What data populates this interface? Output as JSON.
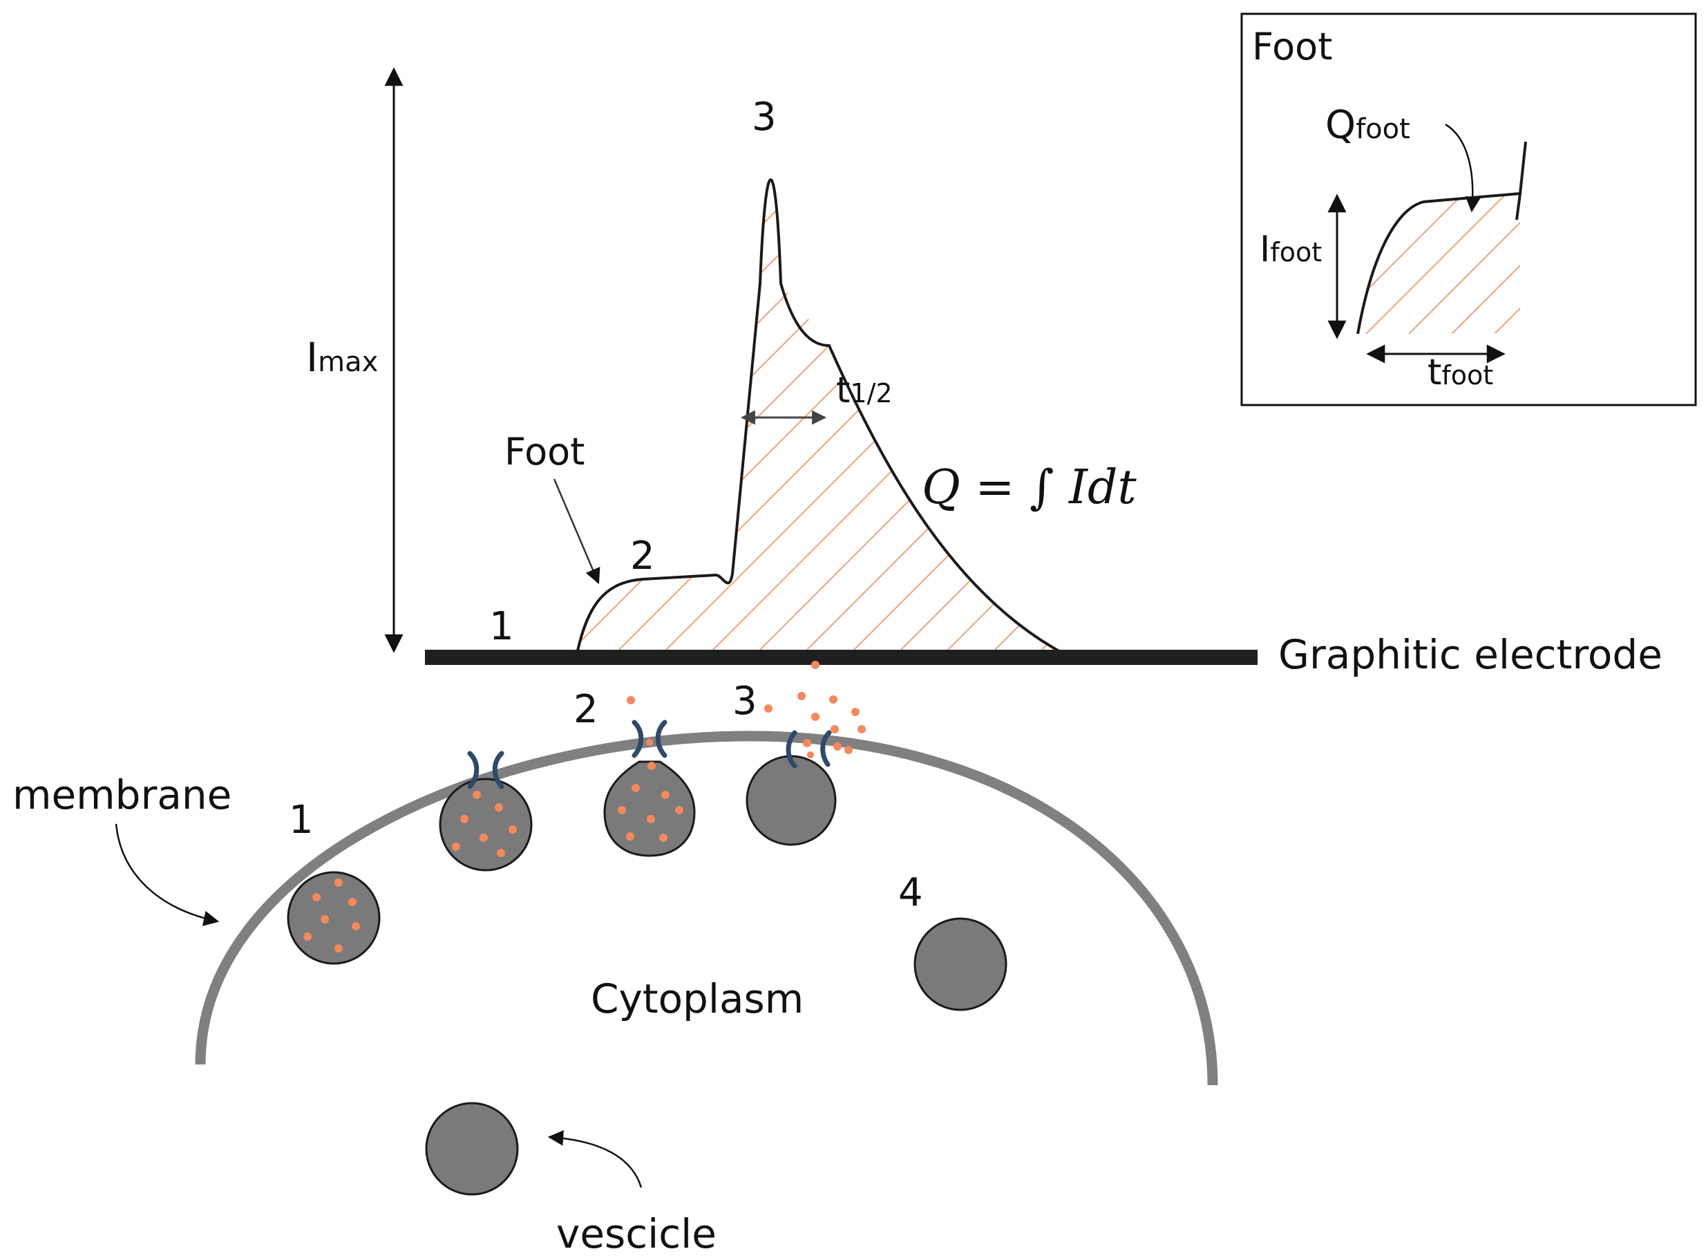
{
  "labels": {
    "imax_main": "I",
    "imax_sub": "max",
    "stage_1_trace": "1",
    "stage_2_trace": "2",
    "stage_3_trace": "3",
    "foot_pointer": "Foot",
    "t_half_main": "t",
    "t_half_sub": "1/2",
    "equation": "Q = ∫ Idt",
    "electrode": "Graphitic electrode",
    "stage_1_cell": "1",
    "stage_2_cell": "2",
    "stage_3_cell": "3",
    "stage_4_cell": "4",
    "membrane": "membrane",
    "cytoplasm": "Cytoplasm",
    "vesicle": "vescicle"
  },
  "inset": {
    "title": "Foot",
    "q_main": "Q",
    "q_sub": "foot",
    "i_main": "I",
    "i_sub": "foot",
    "t_main": "t",
    "t_sub": "foot"
  },
  "colors": {
    "trace": "#1a1a1a",
    "hatch": "#f2a27a",
    "electrode": "#1f1f1f",
    "membrane": "#808080",
    "vesicle_fill": "#7a7a7a",
    "vesicle_stroke": "#1a1a1a",
    "granule": "#f5895a",
    "pore": "#2d4a6a"
  }
}
